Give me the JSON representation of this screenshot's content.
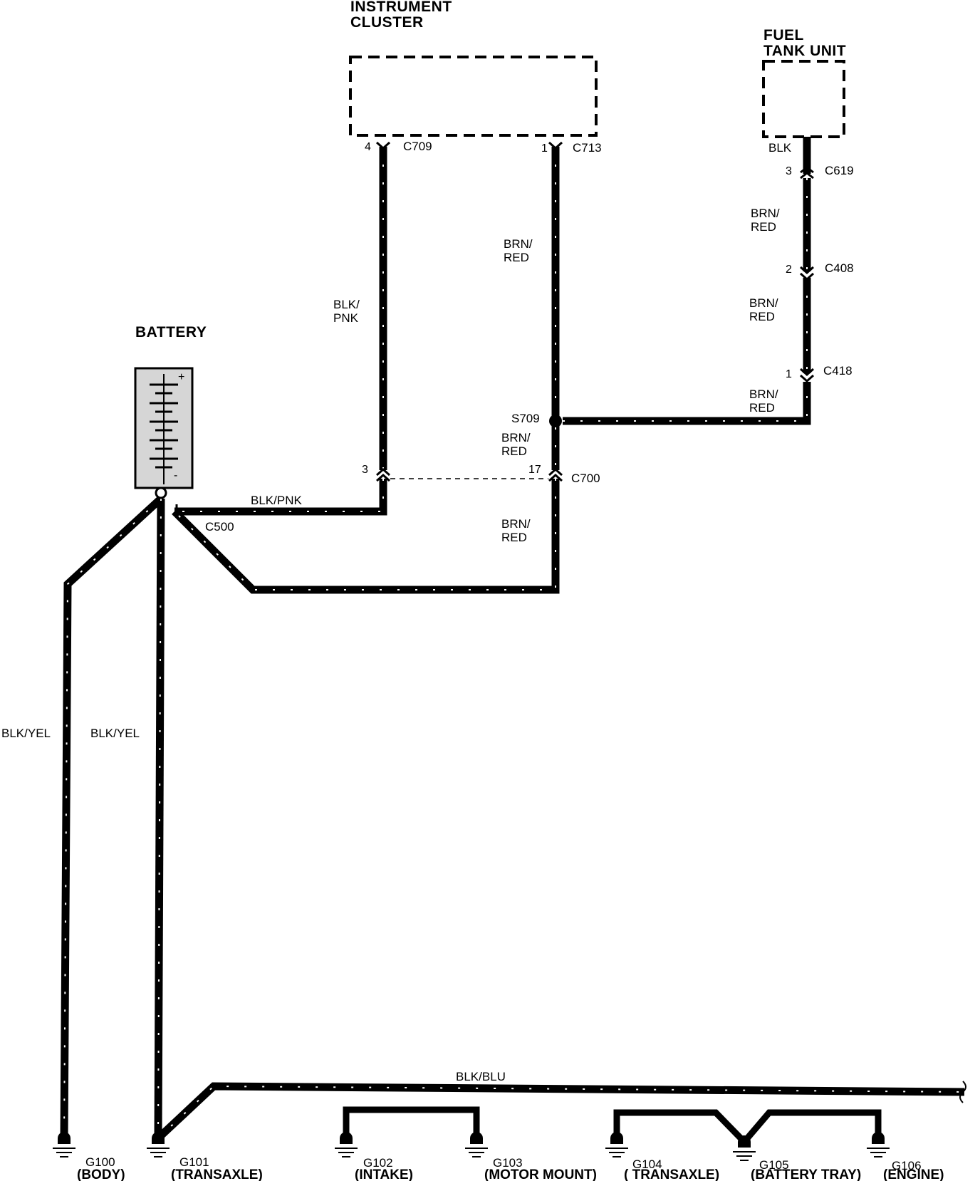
{
  "components": {
    "instrument_cluster": {
      "line1": "INSTRUMENT",
      "line2": "CLUSTER"
    },
    "fuel_tank_unit": {
      "line1": "FUEL",
      "line2": "TANK UNIT"
    },
    "battery": {
      "label": "BATTERY",
      "plus": "+",
      "minus": "-"
    }
  },
  "connectors": {
    "c709": {
      "name": "C709",
      "pin": "4"
    },
    "c713": {
      "name": "C713",
      "pin": "1"
    },
    "c619": {
      "name": "C619",
      "pin": "3"
    },
    "c408": {
      "name": "C408",
      "pin": "2"
    },
    "c418": {
      "name": "C418",
      "pin": "1"
    },
    "c700": {
      "name": "C700",
      "pin_left": "3",
      "pin_right": "17"
    },
    "c500": {
      "name": "C500"
    }
  },
  "splices": {
    "s709": "S709"
  },
  "wire_colors": {
    "blk": "BLK",
    "brn_red_a1": "BRN/",
    "brn_red_a2": "RED",
    "brn_red_b1": "BRN/",
    "brn_red_b2": "RED",
    "brn_red_c1": "BRN/",
    "brn_red_c2": "RED",
    "brn_red_d1": "BRN/",
    "brn_red_d2": "RED",
    "brn_red_e1": "BRN/",
    "brn_red_e2": "RED",
    "brn_red_f1": "BRN/",
    "brn_red_f2": "RED",
    "blk_pnk_1": "BLK/",
    "blk_pnk_2": "PNK",
    "blk_pnk_h": "BLK/PNK",
    "blk_yel_left": "BLK/YEL",
    "blk_yel_right": "BLK/YEL",
    "blk_blu": "BLK/BLU"
  },
  "grounds": [
    {
      "id": "G100",
      "location": "(BODY)"
    },
    {
      "id": "G101",
      "location": "(TRANSAXLE)"
    },
    {
      "id": "G102",
      "location": "(INTAKE)"
    },
    {
      "id": "G103",
      "location": "(MOTOR MOUNT)"
    },
    {
      "id": "G104",
      "location": "( TRANSAXLE)"
    },
    {
      "id": "G105",
      "location": "(BATTERY TRAY)"
    },
    {
      "id": "G106",
      "location": "(ENGINE)"
    }
  ]
}
